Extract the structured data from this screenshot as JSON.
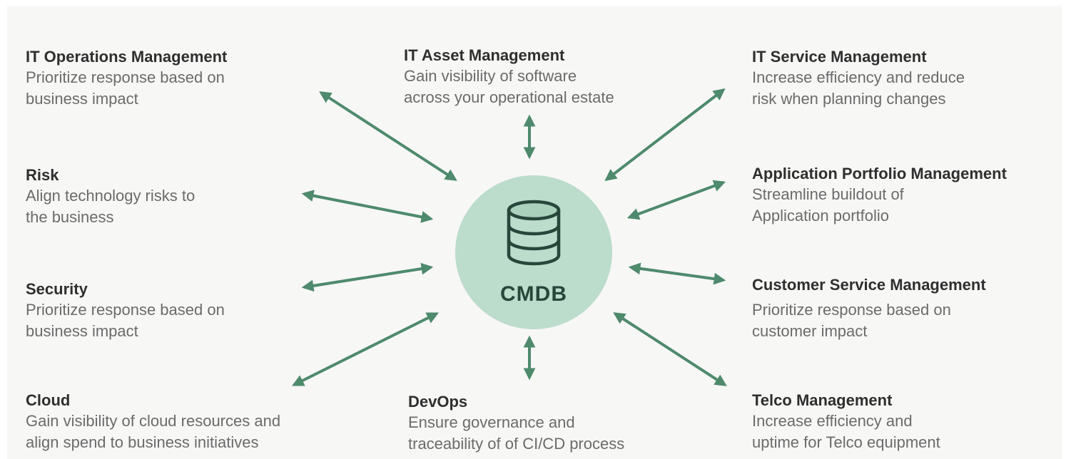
{
  "hub": {
    "label": "CMDB",
    "icon": "database-icon"
  },
  "colors": {
    "arrow": "#4e8a6c",
    "hub": "#bcdccc",
    "background": "#f7f7f6"
  },
  "blocks": {
    "itom": {
      "title": "IT Operations Management",
      "desc": "Prioritize response based on\nbusiness impact"
    },
    "itam": {
      "title": "IT Asset Management",
      "desc": "Gain visibility of software\nacross your operational estate"
    },
    "itsm": {
      "title": "IT Service Management",
      "desc": "Increase efficiency and reduce\nrisk when planning changes"
    },
    "risk": {
      "title": "Risk",
      "desc": "Align technology risks to\nthe business"
    },
    "apm": {
      "title": "Application Portfolio Management",
      "desc": "Streamline buildout of\nApplication portfolio"
    },
    "security": {
      "title": "Security",
      "desc": "Prioritize response based on\nbusiness impact"
    },
    "csm": {
      "title": "Customer Service Management",
      "desc": "Prioritize response based on\ncustomer impact"
    },
    "cloud": {
      "title": "Cloud",
      "desc": "Gain visibility of cloud resources and\nalign spend to business initiatives"
    },
    "devops": {
      "title": "DevOps",
      "desc": "Ensure governance and\ntraceability of of CI/CD process"
    },
    "telco": {
      "title": "Telco Management",
      "desc": "Increase efficiency and\nuptime for Telco equipment"
    }
  }
}
